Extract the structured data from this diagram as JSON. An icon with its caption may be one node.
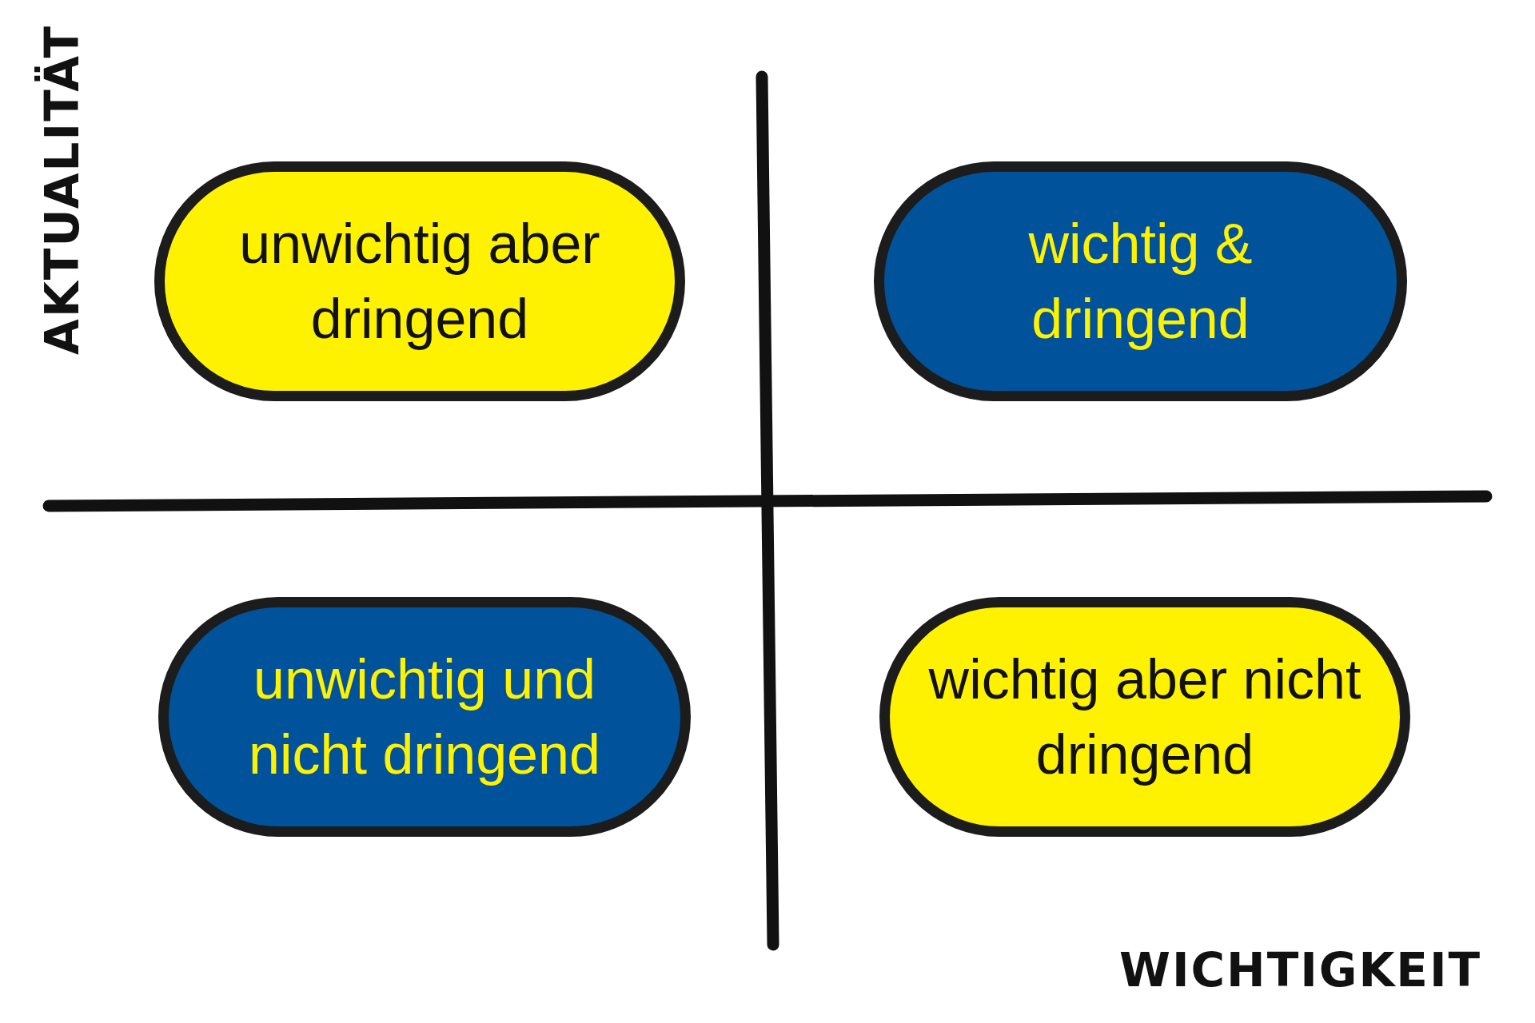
{
  "diagram": {
    "nodes": [
      {
        "text": [
          "unwichtig aber dringend"
        ]
      },
      {
        "text": [
          "wichtig & dringend"
        ]
      },
      {
        "text": [
          "unwichtig und nicht dringend"
        ]
      },
      {
        "text": [
          "wichtig aber nicht dringend"
        ]
      }
    ],
    "labels": [
      "AKTUALITÄT",
      "WICHTIGKEIT"
    ]
  }
}
